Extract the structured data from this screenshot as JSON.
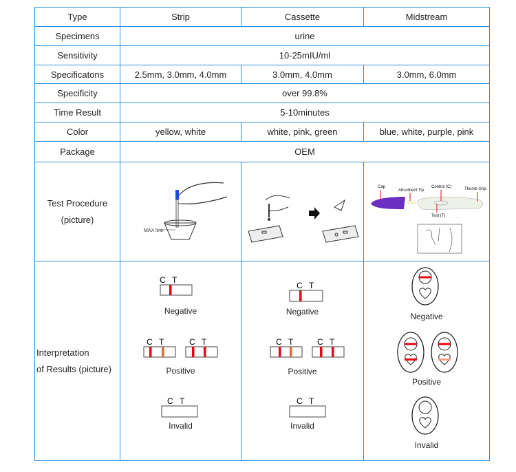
{
  "header": {
    "type": "Type",
    "strip": "Strip",
    "cassette": "Cassette",
    "midstream": "Midstream"
  },
  "rows": {
    "specimens": {
      "label": "Specimens",
      "value": "urine"
    },
    "sensitivity": {
      "label": "Sensitivity",
      "value": "10-25mIU/ml"
    },
    "specifications": {
      "label": "Specificatons",
      "strip": "2.5mm, 3.0mm, 4.0mm",
      "cassette": "3.0mm, 4.0mm",
      "midstream": "3.0mm, 6.0mm"
    },
    "specificity": {
      "label": "Specificity",
      "value": "over 99.8%"
    },
    "time_result": {
      "label": "Time Result",
      "value": "5-10minutes"
    },
    "color": {
      "label": "Color",
      "strip": "yellow, white",
      "cassette": "white, pink, green",
      "midstream": "blue, white, purple, pink"
    },
    "package": {
      "label": "Package",
      "value": "OEM"
    },
    "test_procedure": {
      "label_line1": "Test Procedure",
      "label_line2": "(picture)",
      "strip_maxline": "MAX line",
      "midstream_labels": {
        "cap": "Cap",
        "tip": "Absorbent Tip",
        "control": "Control (C)",
        "grip": "Thumb Grip",
        "test": "Test (T)"
      }
    },
    "interpretation": {
      "label_line1": "Interpretation",
      "label_line2": "of Results (picture)",
      "c": "C",
      "t": "T",
      "negative": "Negative",
      "positive": "Positive",
      "invalid": "Invalid"
    }
  },
  "colors": {
    "border": "#2b8fe0",
    "line_red": "#e30613",
    "line_faint": "#e8663d",
    "purple": "#6a2fc0"
  }
}
